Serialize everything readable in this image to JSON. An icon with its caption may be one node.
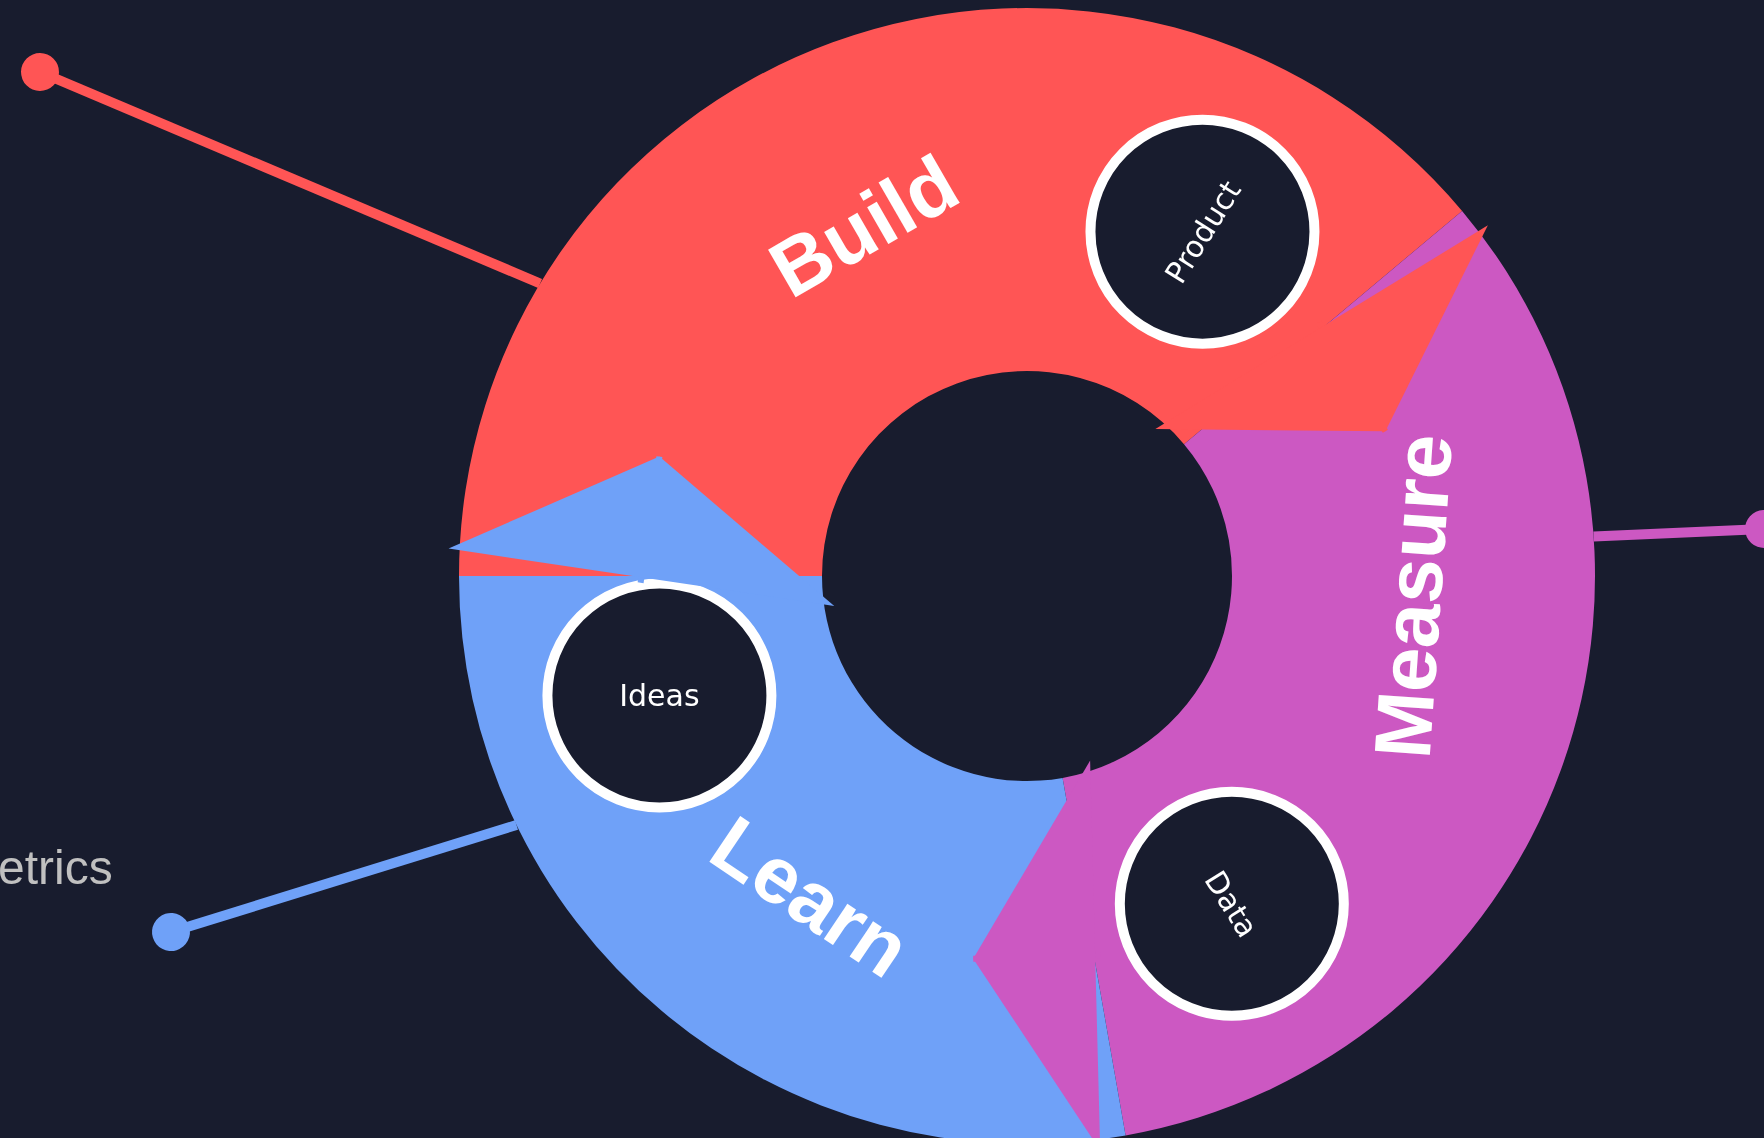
{
  "diagram": {
    "nodes": [
      {
        "text": [
          "Build"
        ]
      },
      {
        "text": [
          "Product"
        ],
        "in": 0
      },
      {
        "text": [
          "Measure"
        ]
      },
      {
        "text": [
          "Data"
        ],
        "in": 2
      },
      {
        "text": [
          "Learn"
        ]
      },
      {
        "text": [
          "Ideas"
        ],
        "in": 4
      }
    ],
    "edges": [
      {
        "from": 0,
        "to": 2,
        "arrow": "to",
        "color": "#ff5555"
      },
      {
        "from": 2,
        "to": 4,
        "arrow": "to",
        "color": "#cc58c2"
      },
      {
        "from": 4,
        "to": 0,
        "arrow": "to",
        "color": "#6fa1f8"
      },
      {
        "from": null,
        "to": 0,
        "arrow": "other",
        "color": "#ff5555"
      },
      {
        "from": null,
        "to": 2,
        "arrow": "other",
        "color": "#cc58c2"
      },
      {
        "from": null,
        "to": 4,
        "arrow": "other",
        "color": "#6fa1f8"
      }
    ],
    "labels": [
      "etrics"
    ]
  }
}
